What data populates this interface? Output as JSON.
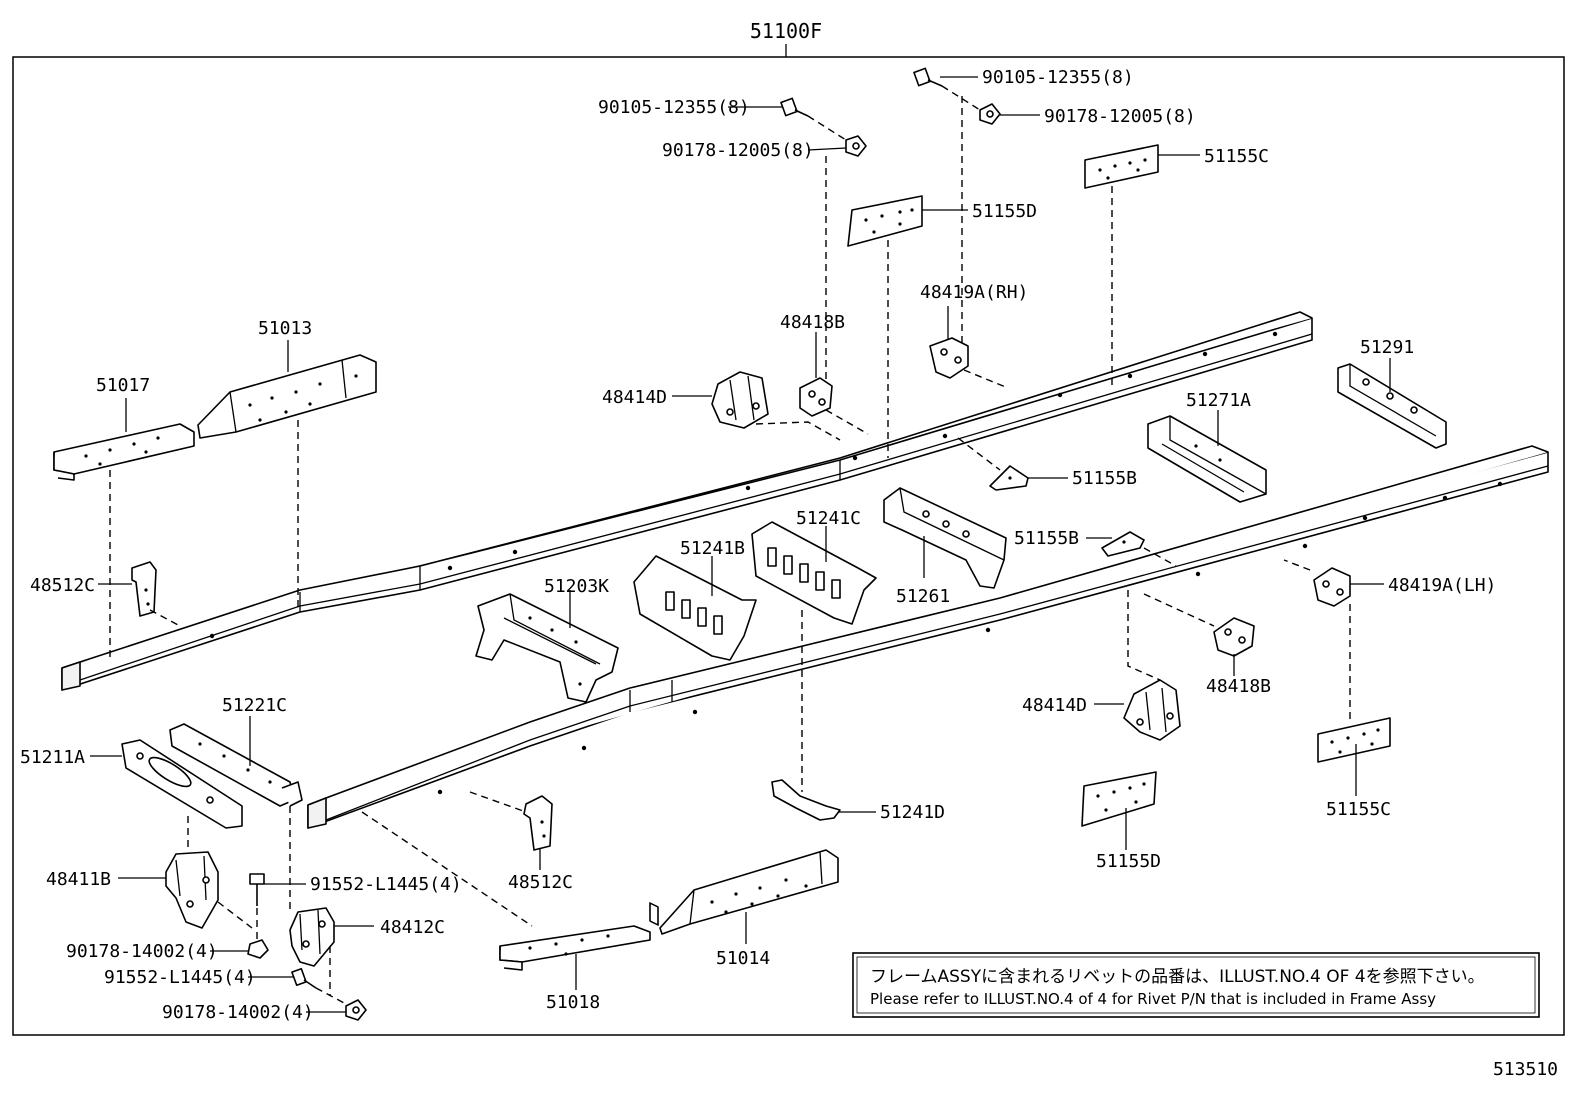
{
  "diagram": {
    "assembly_label": "51100F",
    "figure_code": "513510",
    "note": {
      "jp": "フレームASSYに含まれるリベットの品番は、ILLUST.NO.4 OF 4を参照下さい。",
      "en": "Please refer to ILLUST.NO.4 of 4 for Rivet P/N that is included in Frame Assy"
    },
    "parts": {
      "bolt_top_left": "90105-12355(8)",
      "nut_top_left": "90178-12005(8)",
      "bolt_top_right": "90105-12355(8)",
      "nut_top_right": "90178-12005(8)",
      "plate_51155C_top": "51155C",
      "plate_51155D_top": "51155D",
      "bracket_48419A_rh": "48419A(RH)",
      "bracket_48418B_top": "48418B",
      "bracket_48414D_top": "48414D",
      "member_51013": "51013",
      "member_51017": "51017",
      "member_51291": "51291",
      "member_51271A": "51271A",
      "plate_51155B_top": "51155B",
      "bracket_48512C_left": "48512C",
      "crossmember_51203K": "51203K",
      "crossmember_51241B": "51241B",
      "crossmember_51241C": "51241C",
      "crossmember_51261": "51261",
      "plate_51155B_mid": "51155B",
      "bracket_48419A_lh": "48419A(LH)",
      "bracket_48418B_right": "48418B",
      "bracket_48414D_right": "48414D",
      "member_51221C": "51221C",
      "member_51211A": "51211A",
      "bracket_51241D": "51241D",
      "plate_51155C_bottom": "51155C",
      "plate_51155D_bottom": "51155D",
      "bracket_48411B": "48411B",
      "bolt_91552_upper": "91552-L1445(4)",
      "bracket_48512C_bottom": "48512C",
      "bracket_48412C": "48412C",
      "nut_90178_upper": "90178-14002(4)",
      "bolt_91552_lower": "91552-L1445(4)",
      "nut_90178_lower": "90178-14002(4)",
      "member_51014": "51014",
      "member_51018": "51018"
    }
  }
}
